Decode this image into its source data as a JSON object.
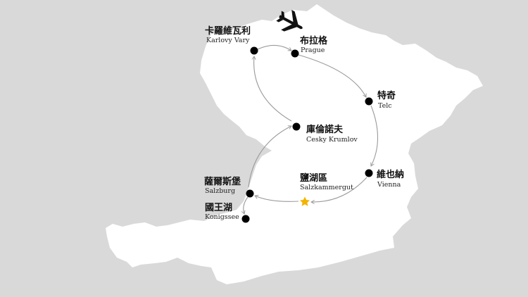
{
  "colors": {
    "background": "#d9d9d9",
    "land": "#ffffff",
    "marker": "#000000",
    "route": "#9a9a9a",
    "star": "#f2b400"
  },
  "icons": {
    "start": "airplane-icon",
    "highlight": "star-icon",
    "stop": "dot-marker"
  },
  "cities": {
    "karlovy_vary": {
      "zh": "卡羅維瓦利",
      "en": "Karlovy Vary"
    },
    "prague": {
      "zh": "布拉格",
      "en": "Prague"
    },
    "telc": {
      "zh": "特奇",
      "en": "Telc"
    },
    "cesky_krumlov": {
      "zh": "庫倫諾夫",
      "en": "Cesky Krumlov"
    },
    "vienna": {
      "zh": "維也納",
      "en": "Vienna"
    },
    "salzkammergut": {
      "zh": "鹽湖區",
      "en": "Salzkammergut"
    },
    "salzburg": {
      "zh": "薩爾斯堡",
      "en": "Salzburg"
    },
    "konigssee": {
      "zh": "國王湖",
      "en": "Konigssee"
    }
  }
}
